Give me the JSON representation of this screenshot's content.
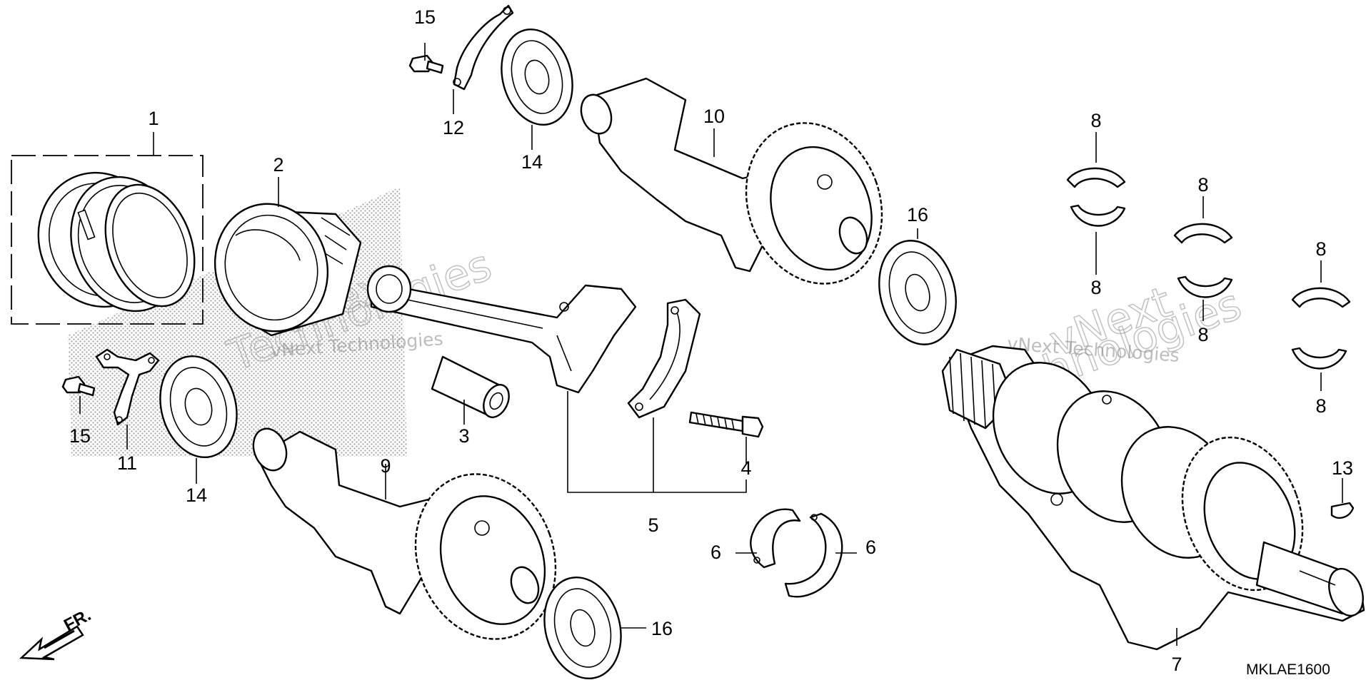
{
  "diagram": {
    "callouts": [
      {
        "id": "c1",
        "text": "1"
      },
      {
        "id": "c2",
        "text": "2"
      },
      {
        "id": "c3",
        "text": "3"
      },
      {
        "id": "c4",
        "text": "4"
      },
      {
        "id": "c5",
        "text": "5"
      },
      {
        "id": "c6a",
        "text": "6"
      },
      {
        "id": "c6b",
        "text": "6"
      },
      {
        "id": "c7",
        "text": "7"
      },
      {
        "id": "c8a",
        "text": "8"
      },
      {
        "id": "c8b",
        "text": "8"
      },
      {
        "id": "c8c",
        "text": "8"
      },
      {
        "id": "c8d",
        "text": "8"
      },
      {
        "id": "c8e",
        "text": "8"
      },
      {
        "id": "c8f",
        "text": "8"
      },
      {
        "id": "c9",
        "text": "9"
      },
      {
        "id": "c10",
        "text": "10"
      },
      {
        "id": "c11",
        "text": "11"
      },
      {
        "id": "c12",
        "text": "12"
      },
      {
        "id": "c13",
        "text": "13"
      },
      {
        "id": "c14a",
        "text": "14"
      },
      {
        "id": "c14b",
        "text": "14"
      },
      {
        "id": "c15a",
        "text": "15"
      },
      {
        "id": "c15b",
        "text": "15"
      },
      {
        "id": "c16a",
        "text": "16"
      },
      {
        "id": "c16b",
        "text": "16"
      }
    ],
    "diagram_code": "MKLAE1600",
    "front_marker": "FR.",
    "watermark": "vNext Technologies",
    "watermark_big_1": "vNext",
    "watermark_big_2": "Technologies",
    "colors": {
      "line": "#000000",
      "background": "#ffffff",
      "watermark": "#888888"
    },
    "icons": [
      "front-arrow-icon"
    ]
  }
}
